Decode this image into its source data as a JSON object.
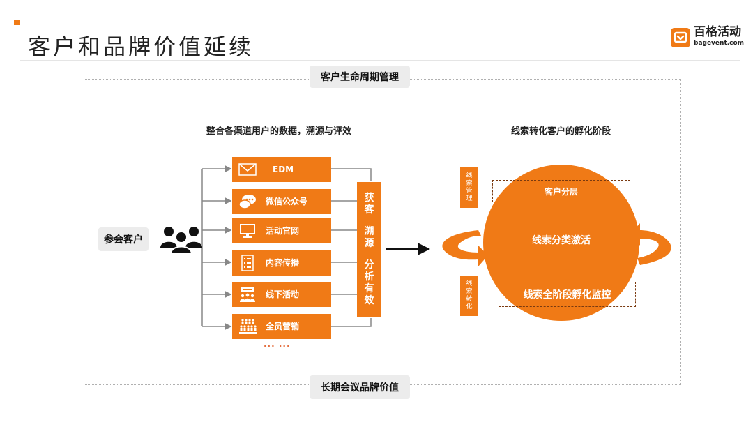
{
  "header": {
    "title": "客户和品牌价值延续",
    "logo_name": "百格活动",
    "logo_url": "bagevent.com"
  },
  "diagram": {
    "top_label": "客户生命周期管理",
    "bottom_label": "长期会议品牌价值",
    "participant_label": "参会客户",
    "left_heading": "整合各渠道用户的数据，溯源与评效",
    "right_heading": "线索转化客户的孵化阶段",
    "channels": [
      {
        "label": "EDM",
        "icon": "envelope-icon"
      },
      {
        "label": "微信公众号",
        "icon": "chat-bubble-icon"
      },
      {
        "label": "活动官网",
        "icon": "monitor-icon"
      },
      {
        "label": "内容传播",
        "icon": "document-icon"
      },
      {
        "label": "线下活动",
        "icon": "audience-icon"
      },
      {
        "label": "全员营销",
        "icon": "crowd-icon"
      }
    ],
    "ellipsis": "··· ···",
    "vertical_panel": [
      "获客",
      "溯源",
      "分析有效"
    ],
    "tag_top": [
      "线",
      "索",
      "管",
      "理"
    ],
    "tag_bottom": [
      "线",
      "索",
      "转",
      "化"
    ],
    "circle_top": "客户分层",
    "circle_center": "线索分类激活",
    "circle_bottom": "线索全阶段孵化监控",
    "colors": {
      "accent": "#f07a16",
      "connector": "#888888"
    }
  }
}
